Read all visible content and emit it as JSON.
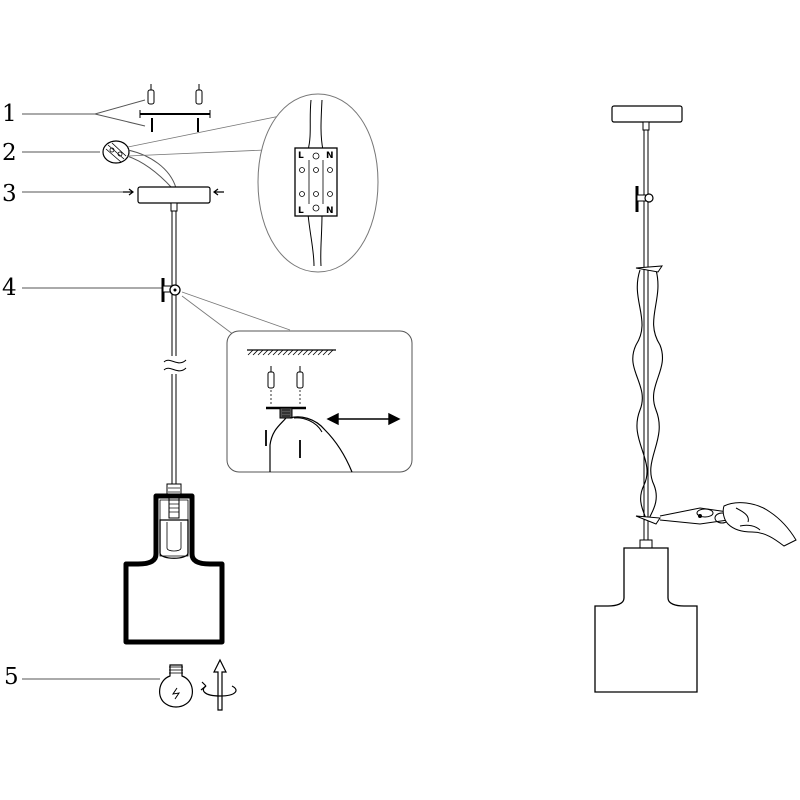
{
  "callouts": [
    {
      "number": "1"
    },
    {
      "number": "2"
    },
    {
      "number": "3"
    },
    {
      "number": "4"
    },
    {
      "number": "5"
    }
  ],
  "terminal_block": {
    "top_labels": [
      "L",
      "N"
    ],
    "bottom_labels": [
      "L",
      "N"
    ]
  },
  "colors": {
    "line": "#000000",
    "thin_line": "#555555",
    "hatch": "#000000",
    "background": "#ffffff"
  }
}
